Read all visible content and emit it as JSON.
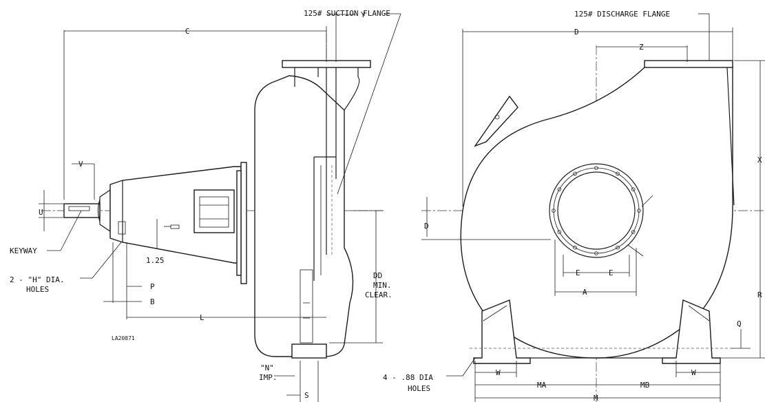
{
  "labels": {
    "suction_flange": "125# SUCTION FLANGE",
    "discharge_flange": "125# DISCHARGE FLANGE",
    "c": "C",
    "y": "Y",
    "d_top": "D",
    "z": "Z",
    "x": "X",
    "v": "V",
    "u": "U",
    "keyway": "KEYWAY",
    "dim_125": "1.25",
    "holes_h_line1": "2 - \"H\" DIA.",
    "holes_h_line2": "HOLES",
    "p": "P",
    "b": "B",
    "l": "L",
    "dd_line1": "DD",
    "dd_line2": "MIN.",
    "dd_line3": "CLEAR.",
    "drawing_no": "LA20871",
    "n_line1": "\"N\"",
    "n_line2": "IMP.",
    "s": "S",
    "d_side": "D",
    "e_left": "E",
    "e_right": "E",
    "a": "A",
    "r": "R",
    "q": "Q",
    "holes88_line1": "4 - .88 DIA",
    "holes88_line2": "HOLES",
    "w_left": "W",
    "w_right": "W",
    "ma": "MA",
    "mb": "MB",
    "m": "M"
  }
}
